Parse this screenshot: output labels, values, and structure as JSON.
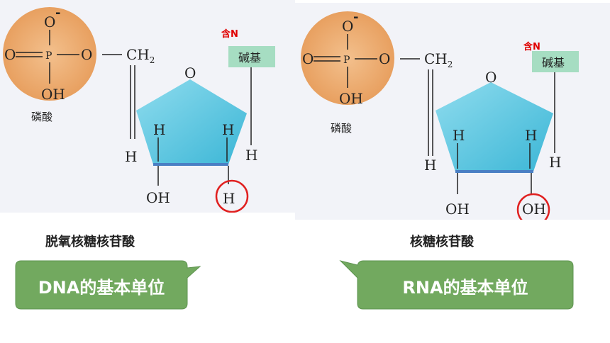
{
  "left": {
    "phosphate": {
      "o_top": "O",
      "charge": "-",
      "o_left": "O",
      "p": "P",
      "o_right": "O",
      "oh": "OH",
      "label": "磷酸"
    },
    "ch2": "CH",
    "ch2_sub": "2",
    "ring_o": "O",
    "base_tag": "含N",
    "base_label": "碱基",
    "h_left": "H",
    "h_in1": "H",
    "h_in2": "H",
    "h_right": "H",
    "oh_bottom": "OH",
    "highlight": "H",
    "caption": "脱氧核糖核苷酸",
    "bubble": "DNA的基本单位"
  },
  "right": {
    "phosphate": {
      "o_top": "O",
      "charge": "-",
      "o_left": "O",
      "p": "P",
      "o_right": "O",
      "oh": "OH",
      "label": "磷酸"
    },
    "ch2": "CH",
    "ch2_sub": "2",
    "ring_o": "O",
    "base_tag": "含N",
    "base_label": "碱基",
    "h_left": "H",
    "h_in1": "H",
    "h_in2": "H",
    "h_right": "H",
    "oh_bottom": "OH",
    "highlight": "OH",
    "caption": "核糖核苷酸",
    "bubble": "RNA的基本单位"
  },
  "colors": {
    "phosphate": "#efae73",
    "sugar": "#5bc6e0",
    "base_box": "#a6ddc2",
    "highlight_circle": "#e02020",
    "tag": "#e00000",
    "bubble": "#72a95f"
  }
}
